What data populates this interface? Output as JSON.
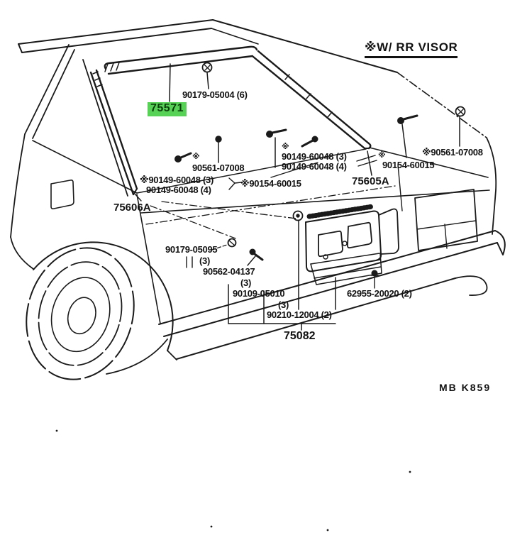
{
  "diagram": {
    "title_note": "※W/ RR VISOR",
    "drawing_code": "MB K859",
    "highlight": {
      "part_number": "75571",
      "bg_color": "#57d257",
      "text_color": "#0d3f0d"
    },
    "callouts": {
      "p90179_05004": "90179-05004 (6)",
      "p75571": "75571",
      "sym_left": "※",
      "p90561_07008_left": "90561-07008",
      "p90149_60048_3_left": "※90149-60048 (3)",
      "p90149_60048_4_left": "90149-60048 (4)",
      "p90154_60015_left": "※90154-60015",
      "sym_right_group": "※",
      "p90149_60048_3_right": "90149-60048 (3)",
      "p90149_60048_4_right": "90149-60048 (4)",
      "sym_right_154": "※",
      "p90154_60015_right": "90154-60015",
      "p90561_07008_right": "※90561-07008",
      "p75605a": "75605A",
      "p75606a": "75606A",
      "p90179_05095": "90179-05095",
      "q90179_05095": "(3)",
      "p90562_04137": "90562-04137",
      "q90562_04137": "(3)",
      "p90109_05010": "90109-05010",
      "q90109_05010": "(3)",
      "p90210_12004": "90210-12004 (2)",
      "p62955_20020": "62955-20020 (2)",
      "p75082": "75082"
    },
    "colors": {
      "line": "#1a1a1a",
      "background": "#ffffff"
    }
  }
}
